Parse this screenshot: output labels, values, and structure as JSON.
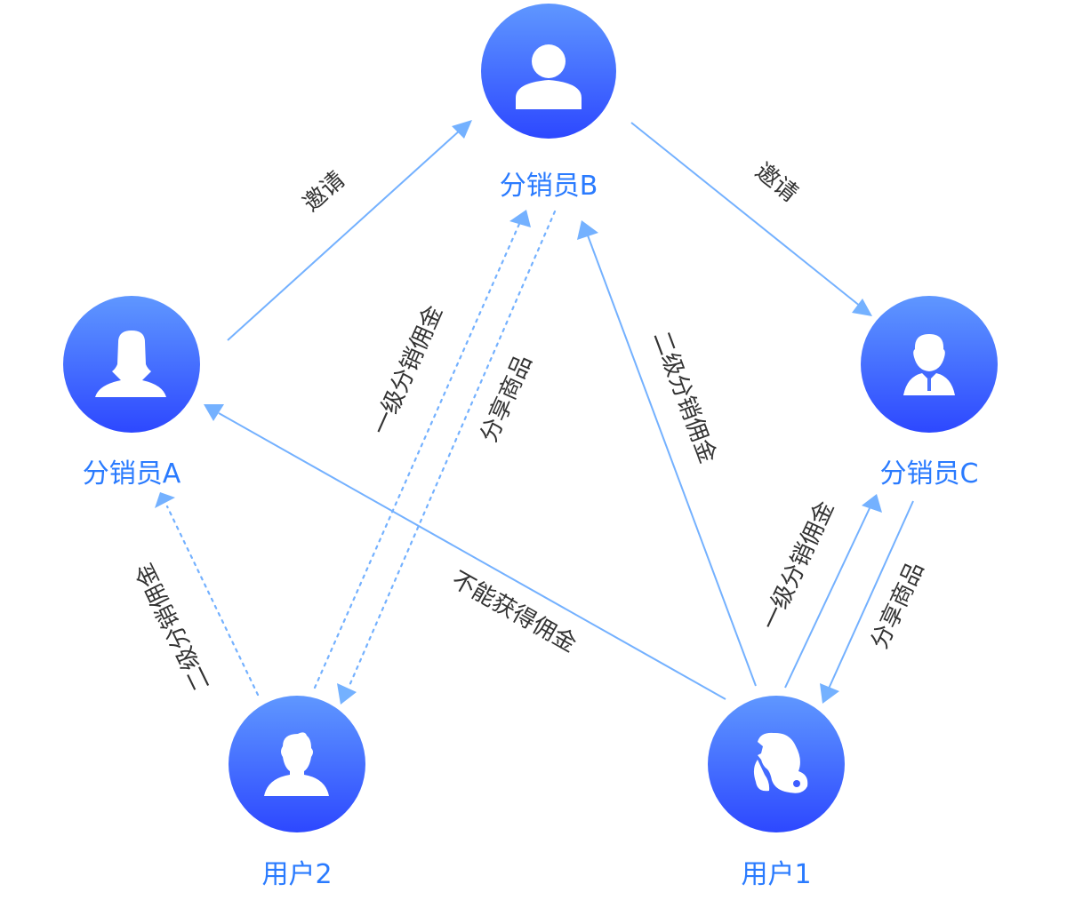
{
  "diagram": {
    "title": "",
    "colors": {
      "node_gradient_top": "#5f97ff",
      "node_gradient_bottom": "#2d48ff",
      "label": "#2a7bff",
      "edge": "#74b1ff",
      "edge_text": "#333333"
    },
    "nodes": [
      {
        "id": "distributor-b",
        "label": "分销员B",
        "icon": "person-generic-icon"
      },
      {
        "id": "distributor-a",
        "label": "分销员A",
        "icon": "person-female-icon"
      },
      {
        "id": "distributor-c",
        "label": "分销员C",
        "icon": "person-businessman-icon"
      },
      {
        "id": "user-2",
        "label": "用户2",
        "icon": "person-male-icon"
      },
      {
        "id": "user-1",
        "label": "用户1",
        "icon": "person-curly-hair-icon"
      }
    ],
    "edges": [
      {
        "id": "a-invites-b",
        "from": "distributor-a",
        "to": "distributor-b",
        "label": "邀请",
        "style": "solid"
      },
      {
        "id": "b-invites-c",
        "from": "distributor-b",
        "to": "distributor-c",
        "label": "邀请",
        "style": "solid"
      },
      {
        "id": "user2-to-b-commission",
        "from": "user-2",
        "to": "distributor-b",
        "label": "一级分销佣金",
        "style": "dotted"
      },
      {
        "id": "b-shares-to-user2",
        "from": "distributor-b",
        "to": "user-2",
        "label": "分享商品",
        "style": "dotted"
      },
      {
        "id": "user1-to-b-commission",
        "from": "user-1",
        "to": "distributor-b",
        "label": "二级分销佣金",
        "style": "solid"
      },
      {
        "id": "user1-to-c-commission",
        "from": "user-1",
        "to": "distributor-c",
        "label": "一级分销佣金",
        "style": "solid"
      },
      {
        "id": "c-shares-to-user1",
        "from": "distributor-c",
        "to": "user-1",
        "label": "分享商品",
        "style": "solid"
      },
      {
        "id": "user2-to-a-commission",
        "from": "user-2",
        "to": "distributor-a",
        "label": "二级分销佣金",
        "style": "dotted"
      },
      {
        "id": "user1-to-a-no-commission",
        "from": "user-1",
        "to": "distributor-a",
        "label": "不能获得佣金",
        "style": "solid"
      }
    ]
  }
}
